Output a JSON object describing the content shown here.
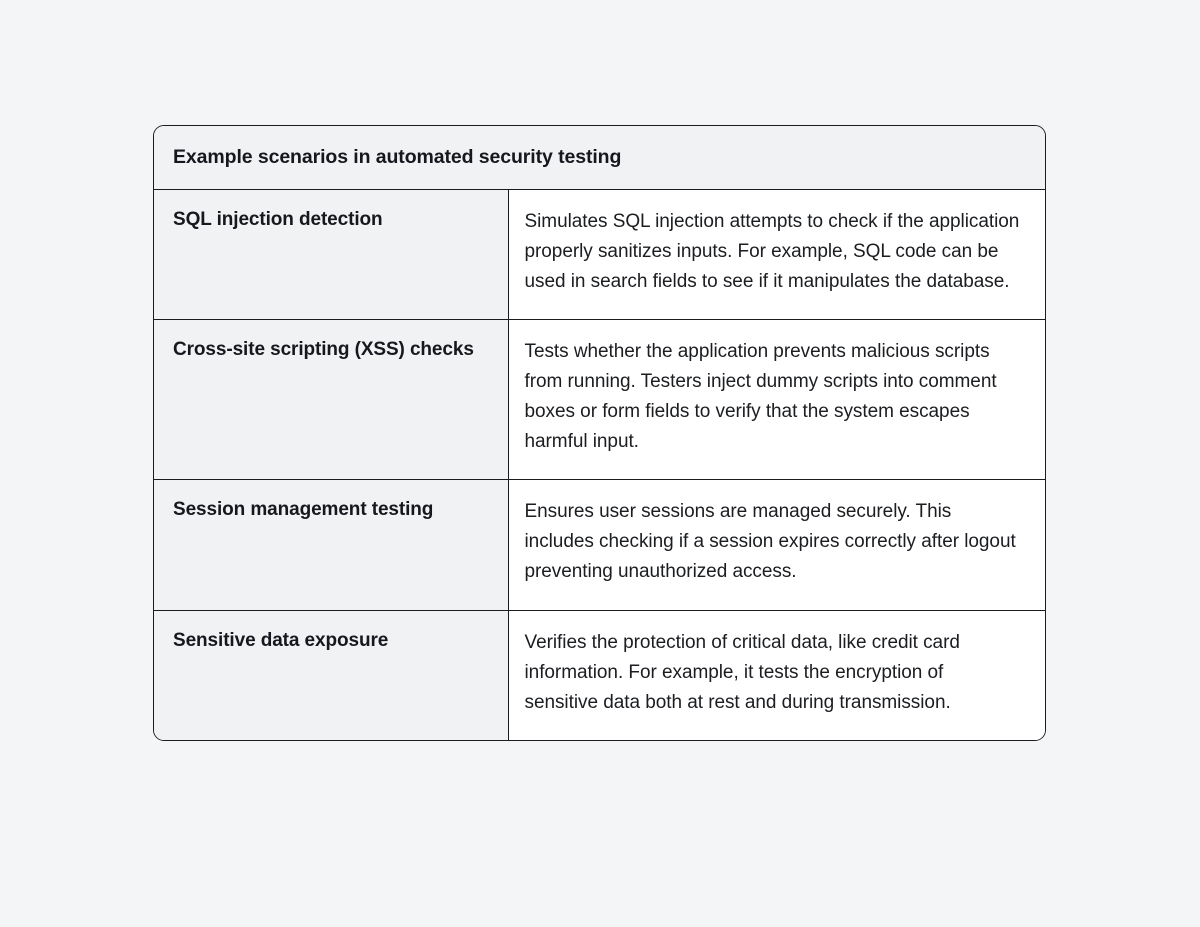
{
  "page": {
    "background_color": "#f4f5f7"
  },
  "table": {
    "title": "Example scenarios in automated security testing",
    "border_color": "#1c1c1e",
    "label_cell_background": "#f1f2f4",
    "description_cell_background": "#ffffff",
    "text_color": "#16181d",
    "rows": [
      {
        "label": "SQL injection detection",
        "description": "Simulates SQL injection attempts to check if the application properly sanitizes inputs. For example, SQL code can be used in search fields to see if it manipulates the database."
      },
      {
        "label": "Cross-site scripting (XSS) checks",
        "description": "Tests whether the application prevents malicious scripts from running. Testers inject dummy scripts into comment boxes or form fields to verify that the system escapes harmful input."
      },
      {
        "label": "Session management testing",
        "description": "Ensures user sessions are managed securely. This includes checking if a session expires correctly after logout preventing unauthorized access."
      },
      {
        "label": "Sensitive data exposure",
        "description": "Verifies the protection of critical data, like credit card information. For example, it tests the encryption of sensitive data both at rest and during transmission."
      }
    ]
  }
}
